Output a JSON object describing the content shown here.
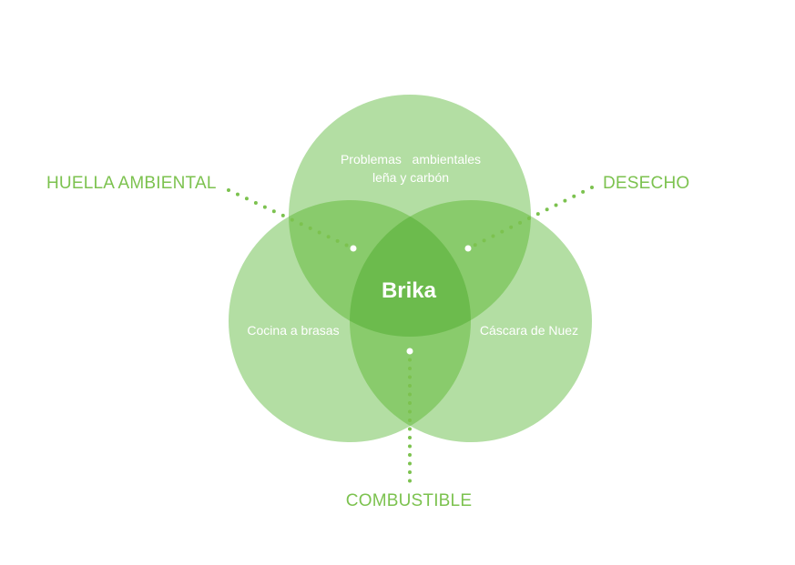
{
  "diagram": {
    "center_label": "Brika",
    "circles": {
      "top": {
        "line1": "Problemas   ambientales",
        "line2": "leña y carbón"
      },
      "left": {
        "label": "Cocina a brasas"
      },
      "right": {
        "label": "Cáscara de Nuez"
      }
    },
    "connectors": {
      "left": "HUELLA AMBIENTAL",
      "right": "DESECHO",
      "bottom": "COMBUSTIBLE"
    }
  },
  "colors": {
    "circle_fill": "#b3dea3",
    "overlap_two": "#89cb6c",
    "overlap_three": "#6cbb4d",
    "accent": "#7cc24f",
    "text_light": "#ffffff"
  }
}
